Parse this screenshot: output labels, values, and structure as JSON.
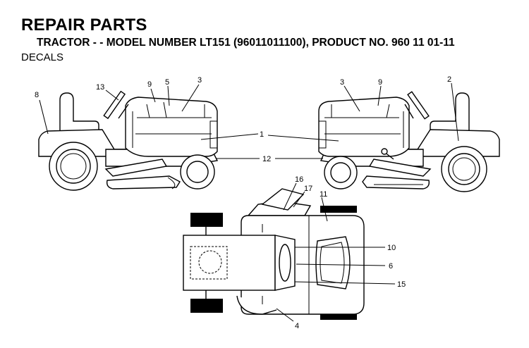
{
  "header": {
    "title": "REPAIR PARTS",
    "subtitle": "TRACTOR - - MODEL NUMBER  LT151 (96011011100), PRODUCT NO. 960 11 01-11",
    "section": "DECALS"
  },
  "callouts": {
    "left": {
      "c8": "8",
      "c13": "13",
      "c9": "9",
      "c5": "5",
      "c3": "3"
    },
    "right": {
      "c3": "3",
      "c9": "9",
      "c2": "2"
    },
    "shared": {
      "c1": "1",
      "c12": "12"
    },
    "top": {
      "c16": "16",
      "c17": "17",
      "c11": "11",
      "c10": "10",
      "c6": "6",
      "c15": "15",
      "c4": "4"
    }
  }
}
